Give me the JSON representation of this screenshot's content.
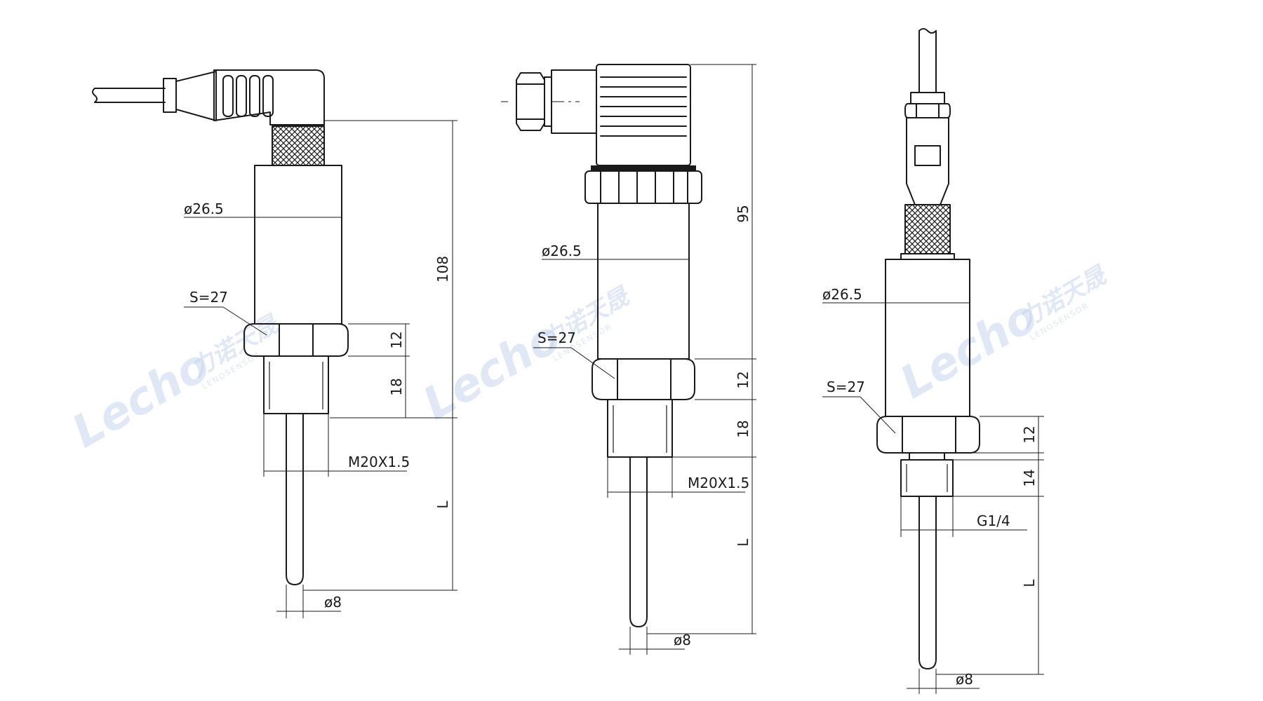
{
  "watermark": {
    "brand": "Lecho",
    "cn": "力诺天晟",
    "sub": "LENOSENSOR"
  },
  "colors": {
    "line": "#1a1a1a",
    "watermark": "#c7d4ee",
    "background": "#ffffff"
  },
  "sensors": [
    {
      "id": "angled-cable",
      "dims": {
        "diameter": "ø26.5",
        "hex": "S=27",
        "overall": "108",
        "hex_height": "12",
        "thread_height": "18",
        "thread": "M20X1.5",
        "probe_length": "L",
        "probe_dia": "ø8"
      }
    },
    {
      "id": "din-connector",
      "dims": {
        "diameter": "ø26.5",
        "hex": "S=27",
        "overall": "95",
        "hex_height": "12",
        "thread_height": "18",
        "thread": "M20X1.5",
        "probe_length": "L",
        "probe_dia": "ø8"
      }
    },
    {
      "id": "straight-cable",
      "dims": {
        "diameter": "ø26.5",
        "hex": "S=27",
        "hex_height": "12",
        "thread_height": "14",
        "thread": "G1/4",
        "probe_length": "L",
        "probe_dia": "ø8"
      }
    }
  ]
}
